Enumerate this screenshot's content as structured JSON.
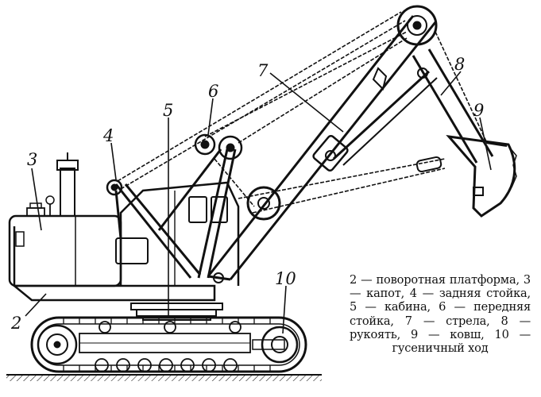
{
  "labels": {
    "n2": "2",
    "n3": "3",
    "n4": "4",
    "n5": "5",
    "n6": "6",
    "n7": "7",
    "n8": "8",
    "n9": "9",
    "n10": "10"
  },
  "caption": {
    "text": "2 — поворотная платформа, 3 — капот, 4 — задняя стойка, 5 — кабина, 6 — передняя стойка, 7 — стрела, 8 — рукоять, 9 — ковш, 10 — гусеничный ход"
  },
  "colors": {
    "ink": "#111111",
    "paper": "#ffffff"
  }
}
